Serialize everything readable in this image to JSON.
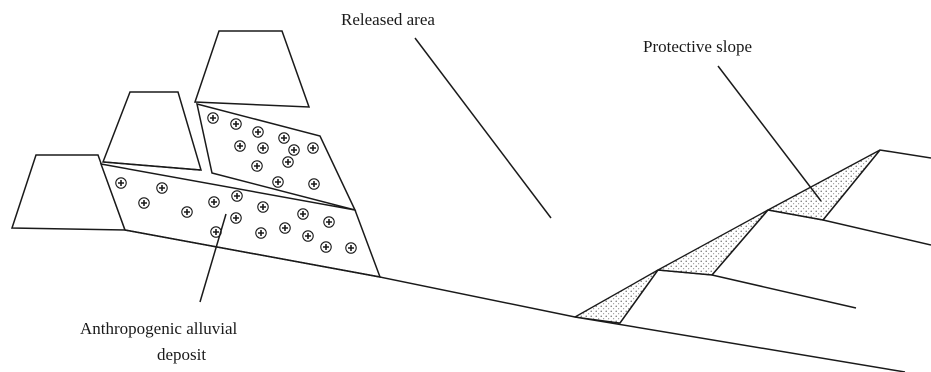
{
  "labels": {
    "released_area": "Released area",
    "protective_slope": "Protective slope",
    "deposit_line1": "Anthropogenic alluvial",
    "deposit_line2": "deposit"
  }
}
